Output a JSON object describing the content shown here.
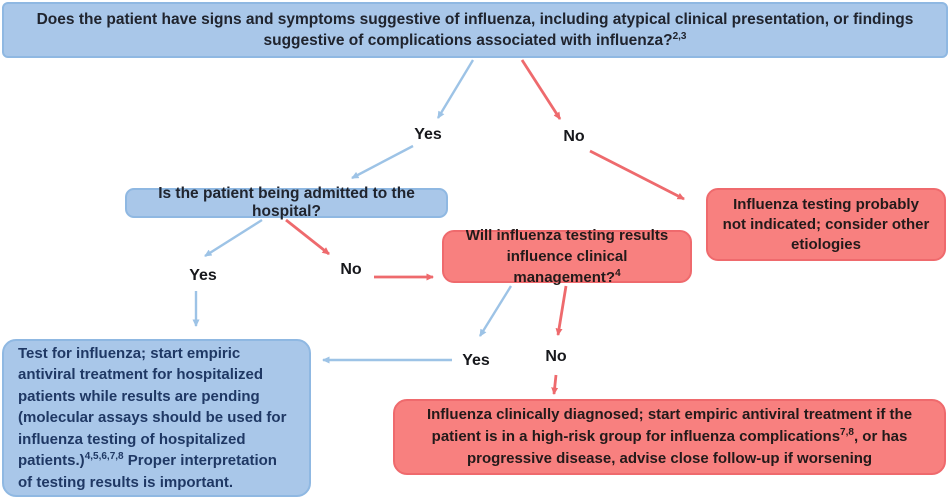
{
  "colors": {
    "blue_fill": "#a9c7e9",
    "blue_border": "#8fb8e2",
    "pink_fill": "#f8807f",
    "pink_border": "#ef6a6d",
    "arrow_blue": "#9dc3e6",
    "arrow_red": "#ee6a6d"
  },
  "banner": {
    "text": "Does the patient have signs and symptoms suggestive of influenza, including atypical clinical presentation, or findings suggestive of complications associated with influenza?",
    "superscript": "2,3"
  },
  "nodes": {
    "hospital": {
      "text": "Is the patient being admitted to the hospital?"
    },
    "management": {
      "text": "Will influenza testing results influence clinical management?",
      "superscript": "4"
    },
    "not_indicated": {
      "text": "Influenza testing probably not indicated; consider other etiologies"
    },
    "test": {
      "text_before_sup": "Test for influenza; start empiric antiviral treatment for hospitalized patients while results are pending (molecular assays should be used for influenza testing of hospitalized patients.)",
      "superscript": "4,5,6,7,8",
      "text_after_sup": " Proper interpretation of testing results is important."
    },
    "clinical": {
      "text_before_sup": "Influenza clinically diagnosed; start empiric antiviral treatment if the patient is in a high-risk group for influenza complications",
      "superscript": "7,8",
      "text_after_sup": ", or has progressive disease, advise close follow-up if worsening"
    }
  },
  "labels": {
    "root_yes": "Yes",
    "root_no": "No",
    "hospital_yes": "Yes",
    "hospital_no": "No",
    "management_yes": "Yes",
    "management_no": "No"
  }
}
